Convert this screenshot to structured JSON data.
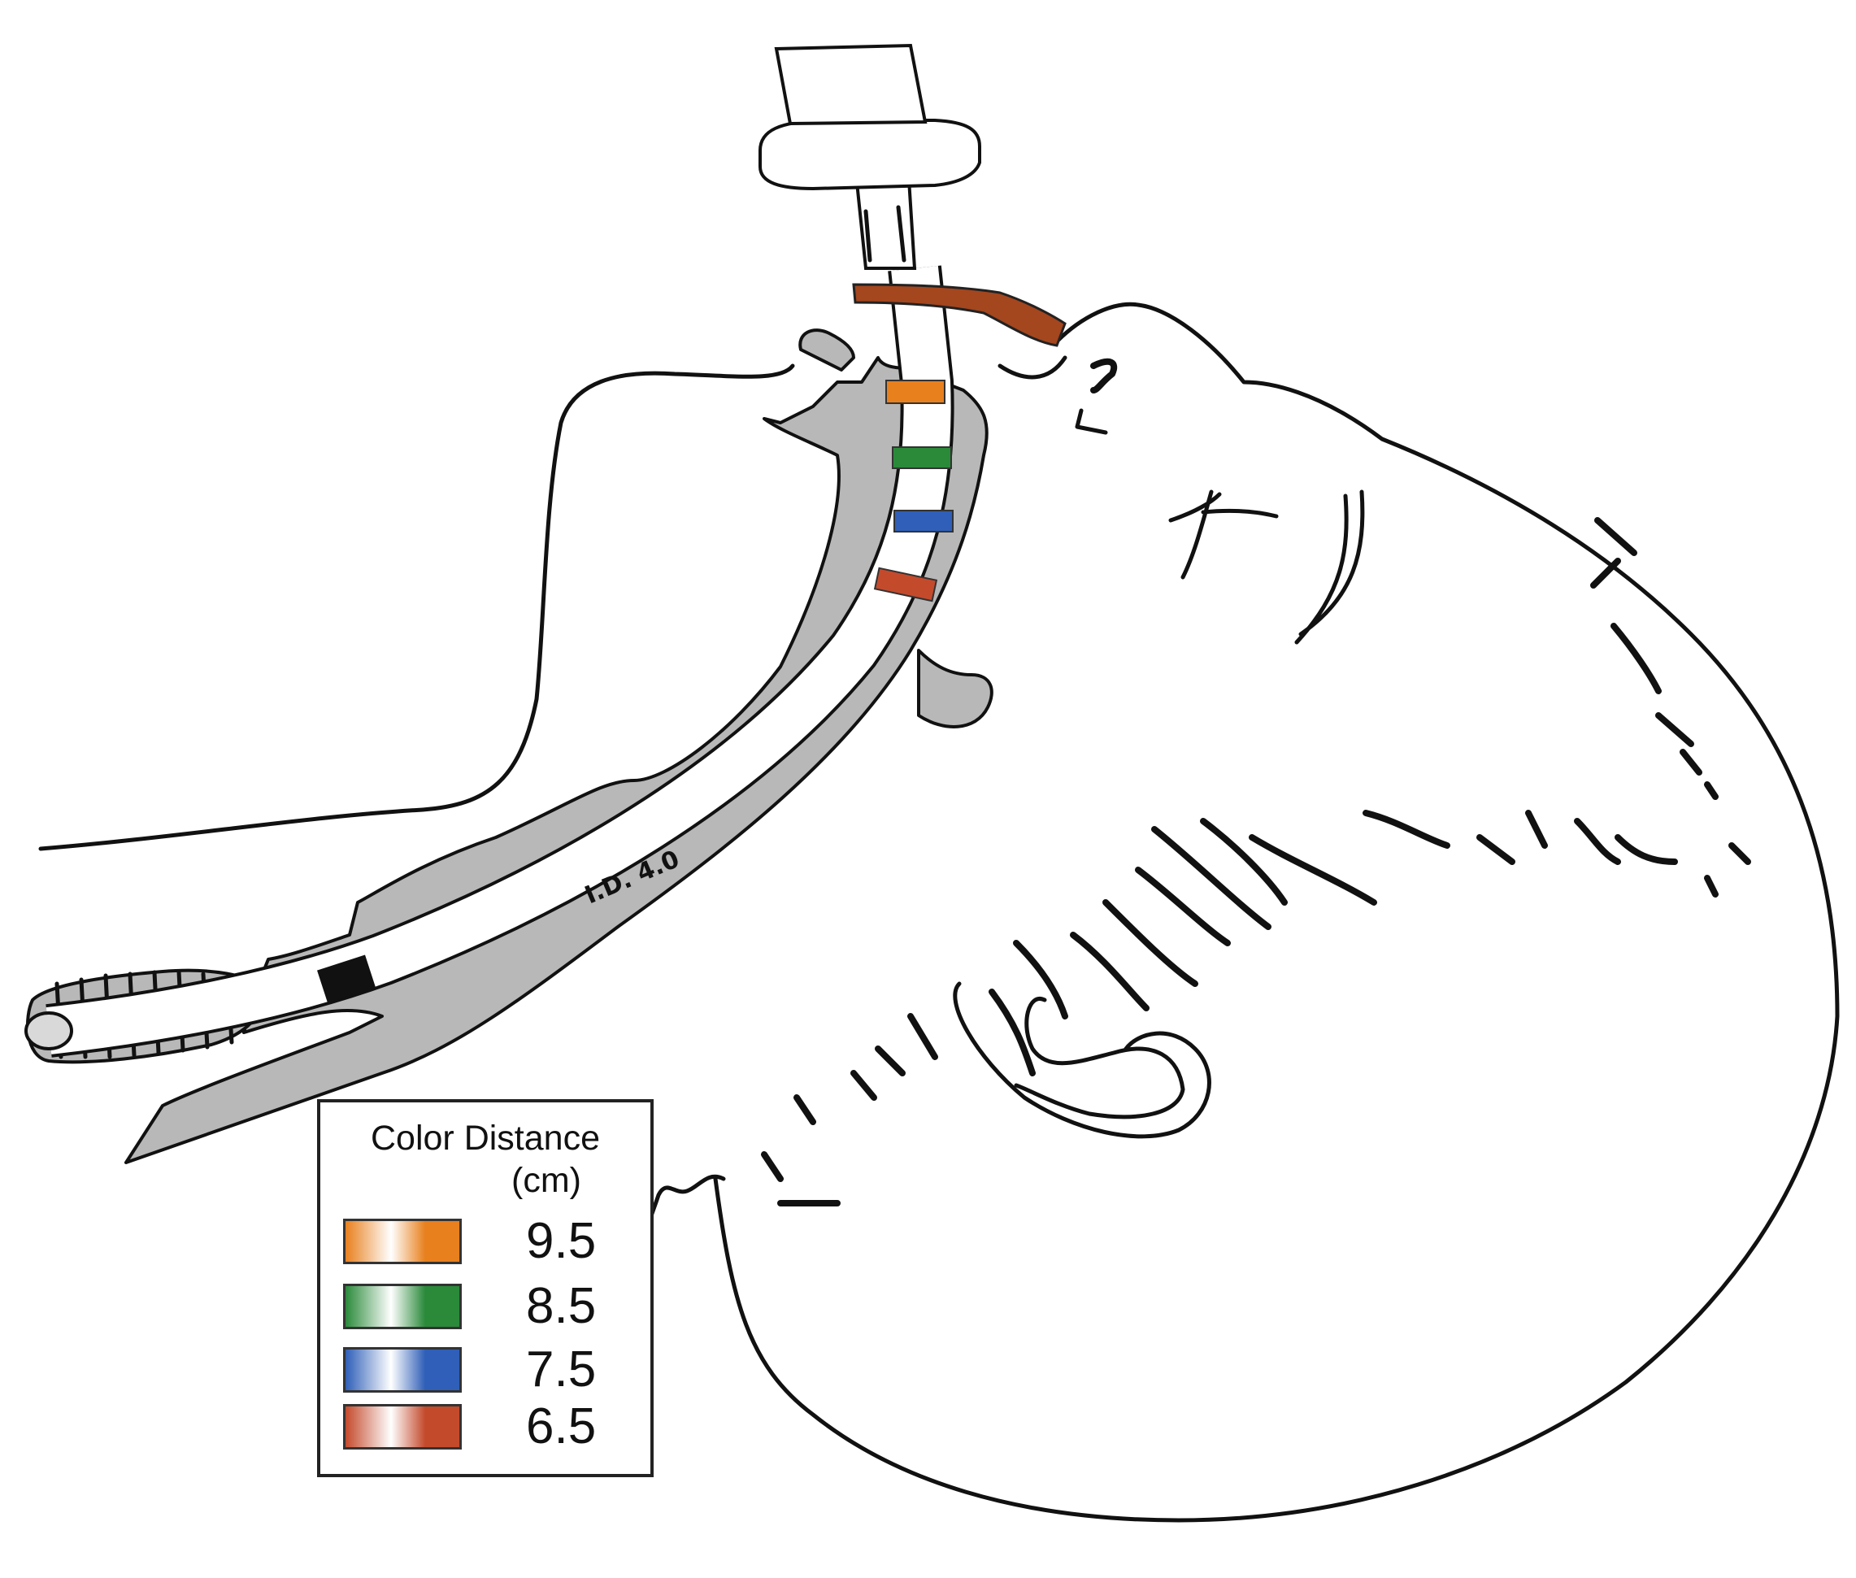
{
  "tube_label": "I.D. 4.0",
  "legend": {
    "title": "Color Distance",
    "unit": "(cm)",
    "items": [
      {
        "color": "#e8801e",
        "value": "9.5"
      },
      {
        "color": "#2a8a3a",
        "value": "8.5"
      },
      {
        "color": "#2f5fb8",
        "value": "7.5"
      },
      {
        "color": "#c44a2c",
        "value": "6.5"
      }
    ]
  },
  "colors": {
    "tape": "#a4461e",
    "tissue": "#b8b8b8",
    "tip_marker": "#111111"
  }
}
